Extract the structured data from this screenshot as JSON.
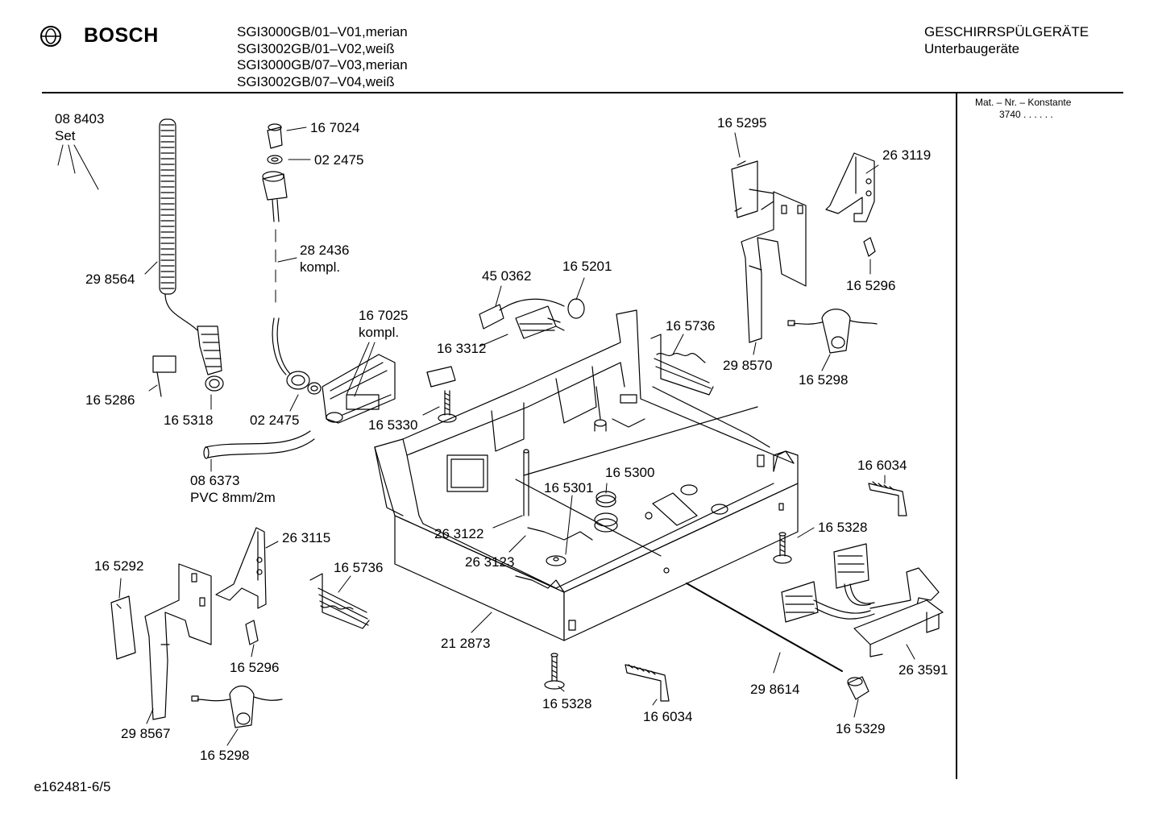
{
  "header": {
    "brand": "BOSCH",
    "brand_logo": "bosch-armature-icon",
    "models": [
      "SGI3000GB/01–V01,merian",
      "SGI3002GB/01–V02,weiß",
      "SGI3000GB/07–V03,merian",
      "SGI3002GB/07–V04,weiß"
    ],
    "category": "GESCHIRRSPÜLGERÄTE",
    "subcategory": "Unterbaugeräte"
  },
  "sidebar": {
    "title": "Mat. – Nr. – Konstante",
    "value": "3740 . . . . . ."
  },
  "parts": [
    {
      "line1": "08 8403",
      "line2": "Set"
    },
    {
      "line1": "29 8564"
    },
    {
      "line1": "16 7024"
    },
    {
      "line1": "02 2475"
    },
    {
      "line1": "28 2436",
      "line2": "kompl."
    },
    {
      "line1": "16 7025",
      "line2": "kompl."
    },
    {
      "line1": "16 5286"
    },
    {
      "line1": "16 5318"
    },
    {
      "line1": "02 2475"
    },
    {
      "line1": "08 6373",
      "line2": "PVC 8mm/2m"
    },
    {
      "line1": "45 0362"
    },
    {
      "line1": "16 5201"
    },
    {
      "line1": "16 3312"
    },
    {
      "line1": "16 5330"
    },
    {
      "line1": "16 5295"
    },
    {
      "line1": "26 3119"
    },
    {
      "line1": "16 5296"
    },
    {
      "line1": "16 5736"
    },
    {
      "line1": "29 8570"
    },
    {
      "line1": "16 5298"
    },
    {
      "line1": "16 6034"
    },
    {
      "line1": "16 5300"
    },
    {
      "line1": "16 5301"
    },
    {
      "line1": "26 3122"
    },
    {
      "line1": "26 3123"
    },
    {
      "line1": "16 5328"
    },
    {
      "line1": "16 5292"
    },
    {
      "line1": "26 3115"
    },
    {
      "line1": "16 5736"
    },
    {
      "line1": "16 5296"
    },
    {
      "line1": "29 8567"
    },
    {
      "line1": "16 5298"
    },
    {
      "line1": "21 2873"
    },
    {
      "line1": "16 5328"
    },
    {
      "line1": "16 6034"
    },
    {
      "line1": "29 8614"
    },
    {
      "line1": "16 5329"
    },
    {
      "line1": "26 3591"
    }
  ],
  "footer": {
    "code": "e162481-6/5"
  }
}
